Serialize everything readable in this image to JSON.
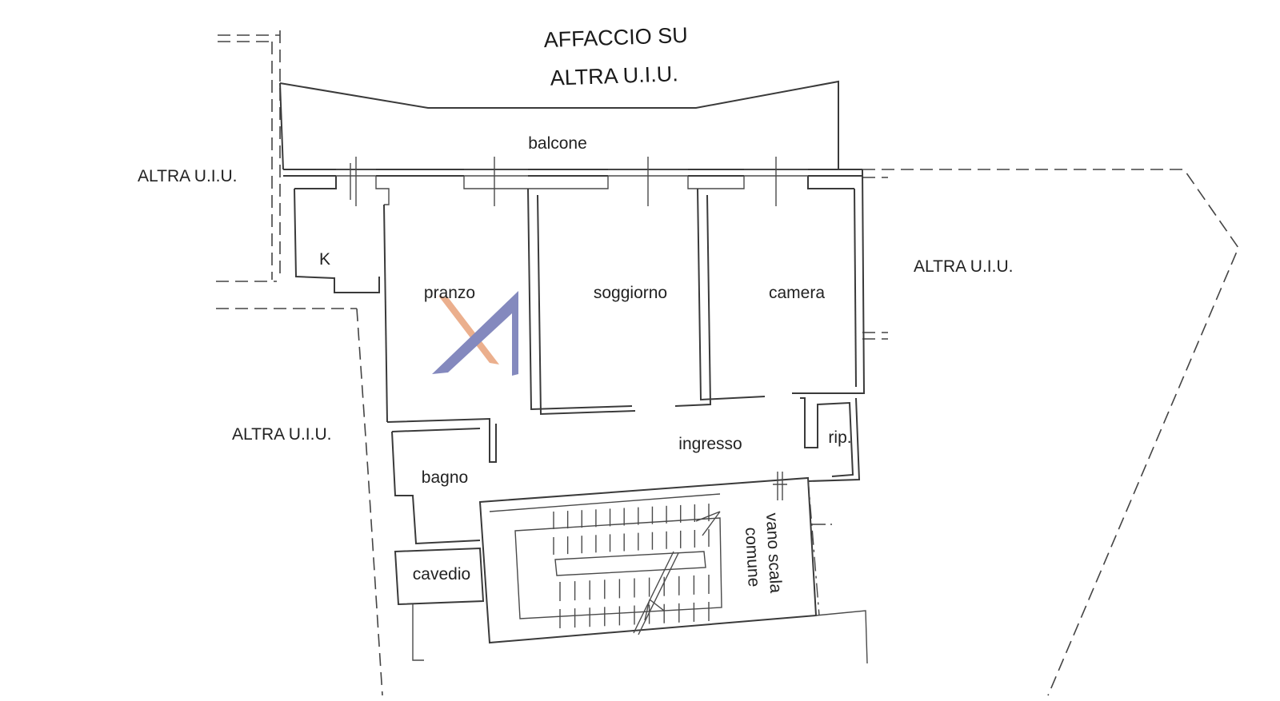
{
  "headings": {
    "line1": "AFFACCIO SU",
    "line2": "ALTRA U.I.U."
  },
  "neighbors": {
    "left_top": "ALTRA U.I.U.",
    "left_bottom": "ALTRA U.I.U.",
    "right": "ALTRA U.I.U."
  },
  "rooms": {
    "balcone": "balcone",
    "k": "K",
    "pranzo": "pranzo",
    "soggiorno": "soggiorno",
    "camera": "camera",
    "ingresso": "ingresso",
    "rip": "rip.",
    "bagno": "bagno",
    "cavedio": "cavedio",
    "stair_line1": "vano scala",
    "stair_line2": "comune"
  },
  "colors": {
    "logo_orange": "#e8a27a",
    "logo_blue": "#6f75b3",
    "line": "#3a3a3a"
  },
  "icons": [
    "watermark-logo-icon"
  ]
}
